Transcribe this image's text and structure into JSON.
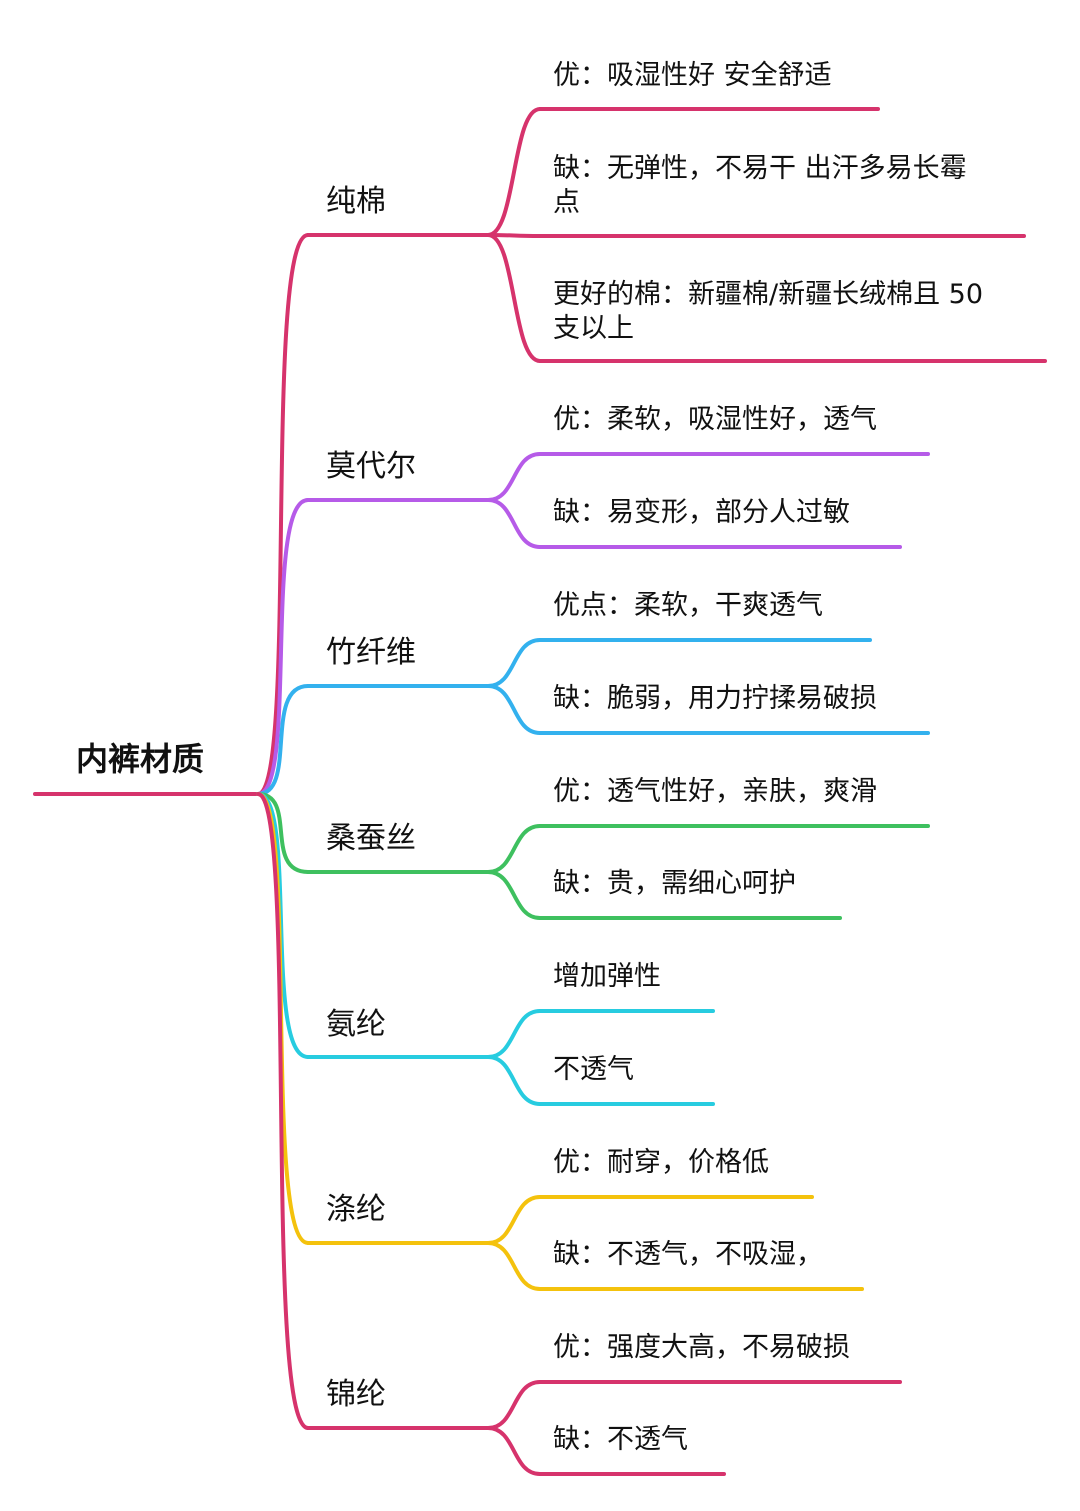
{
  "root": {
    "label": "内裤材质",
    "color": "#d6336c"
  },
  "branches": [
    {
      "label": "纯棉",
      "color": "#d6336c",
      "leaves": [
        {
          "text": "优：吸湿性好 安全舒适"
        },
        {
          "text": "缺：无弹性，不易干 出汗多易长霉\n点"
        },
        {
          "text": "更好的棉：新疆棉/新疆长绒棉且 50\n支以上"
        }
      ]
    },
    {
      "label": "莫代尔",
      "color": "#b65be8",
      "leaves": [
        {
          "text": "优：柔软，吸湿性好，透气"
        },
        {
          "text": "缺：易变形，部分人过敏"
        }
      ]
    },
    {
      "label": "竹纤维",
      "color": "#33b1ee",
      "leaves": [
        {
          "text": "优点：柔软，干爽透气"
        },
        {
          "text": "缺：脆弱，用力拧揉易破损"
        }
      ]
    },
    {
      "label": "桑蚕丝",
      "color": "#3ec05f",
      "leaves": [
        {
          "text": "优：透气性好，亲肤，爽滑"
        },
        {
          "text": "缺：贵，需细心呵护"
        }
      ]
    },
    {
      "label": "氨纶",
      "color": "#27cce0",
      "leaves": [
        {
          "text": "增加弹性"
        },
        {
          "text": "不透气"
        }
      ]
    },
    {
      "label": "涤纶",
      "color": "#f4c20d",
      "leaves": [
        {
          "text": "优：耐穿，价格低"
        },
        {
          "text": "缺：不透气，不吸湿，"
        }
      ]
    },
    {
      "label": "锦纶",
      "color": "#d6336c",
      "leaves": [
        {
          "text": "优：强度大高，不易破损"
        },
        {
          "text": "缺：不透气"
        }
      ]
    }
  ]
}
